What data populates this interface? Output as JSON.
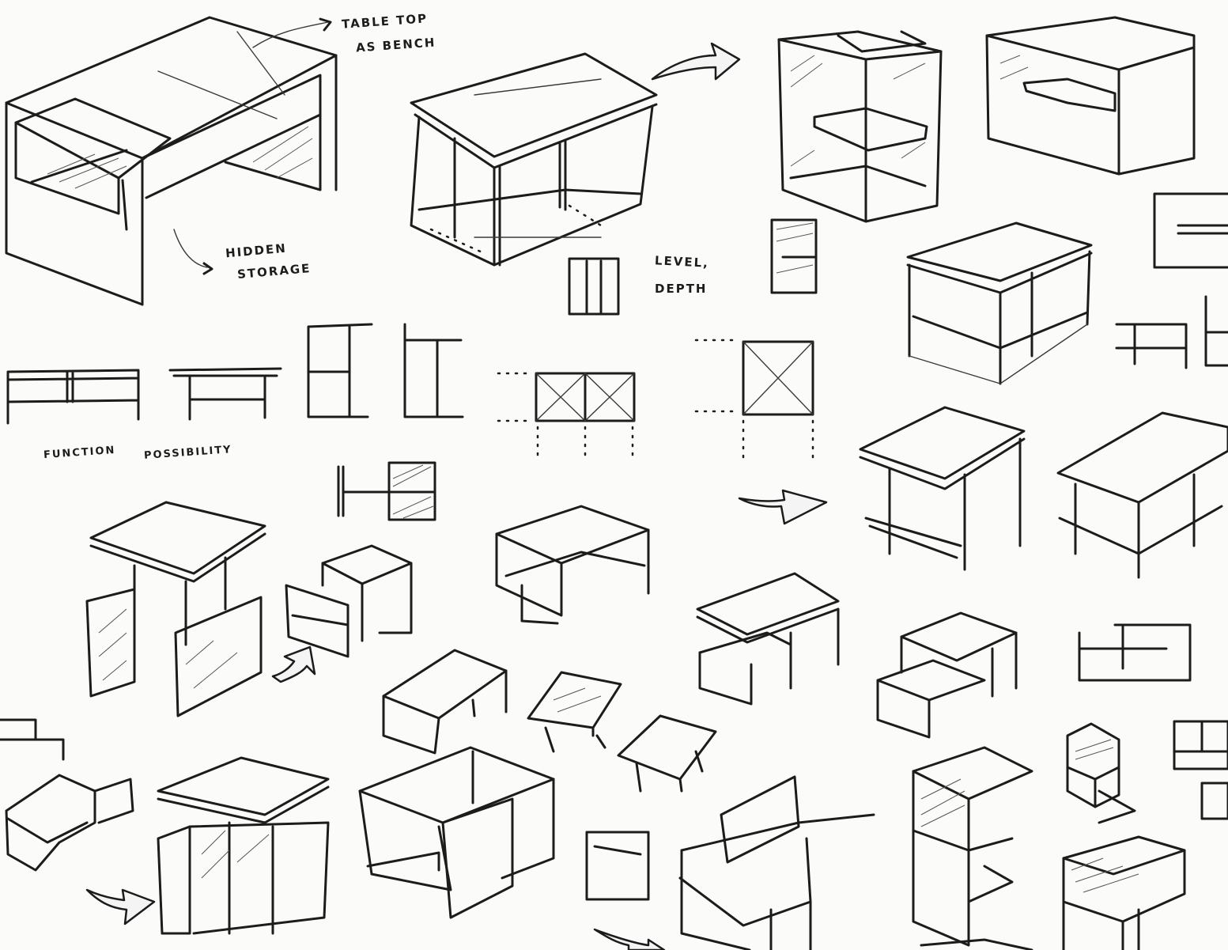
{
  "annotations": {
    "table_top": "TABLE TOP",
    "as_bench": "AS BENCH",
    "hidden": "HIDDEN",
    "storage": "STORAGE",
    "level": "LEVEL,",
    "depth": "DEPTH",
    "function": "FUNCTION",
    "possibility": "POSSIBILITY"
  }
}
